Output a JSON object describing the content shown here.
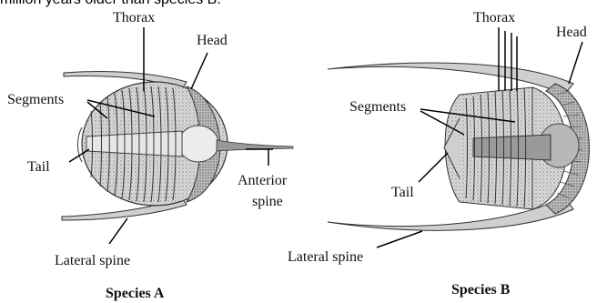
{
  "intro_text": "million years older than species B.",
  "species_a": {
    "caption": "Species A",
    "labels": {
      "thorax": "Thorax",
      "head": "Head",
      "segments": "Segments",
      "tail": "Tail",
      "anterior_spine_line1": "Anterior",
      "anterior_spine_line2": "spine",
      "lateral_spine": "Lateral spine"
    }
  },
  "species_b": {
    "caption": "Species B",
    "labels": {
      "thorax": "Thorax",
      "head": "Head",
      "segments": "Segments",
      "tail": "Tail",
      "lateral_spine": "Lateral spine"
    }
  }
}
